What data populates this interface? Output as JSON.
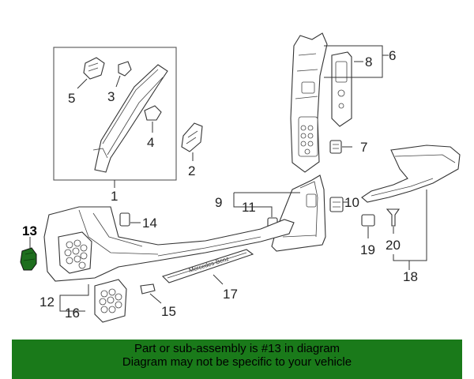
{
  "callouts": {
    "c1": "1",
    "c2": "2",
    "c3": "3",
    "c4": "4",
    "c5": "5",
    "c6": "6",
    "c7": "7",
    "c8": "8",
    "c9": "9",
    "c10": "10",
    "c11": "11",
    "c12": "12",
    "c13": "13",
    "c14": "14",
    "c15": "15",
    "c16": "16",
    "c17": "17",
    "c18": "18",
    "c19": "19",
    "c20": "20"
  },
  "sill_plate_text": "Mercedes-Benz",
  "highlight_color": "#1e6e1e",
  "banner": {
    "line1": "Part or sub-assembly is #13 in diagram",
    "line2": "Diagram may not be specific to your vehicle",
    "color": "#1a7a1a"
  }
}
